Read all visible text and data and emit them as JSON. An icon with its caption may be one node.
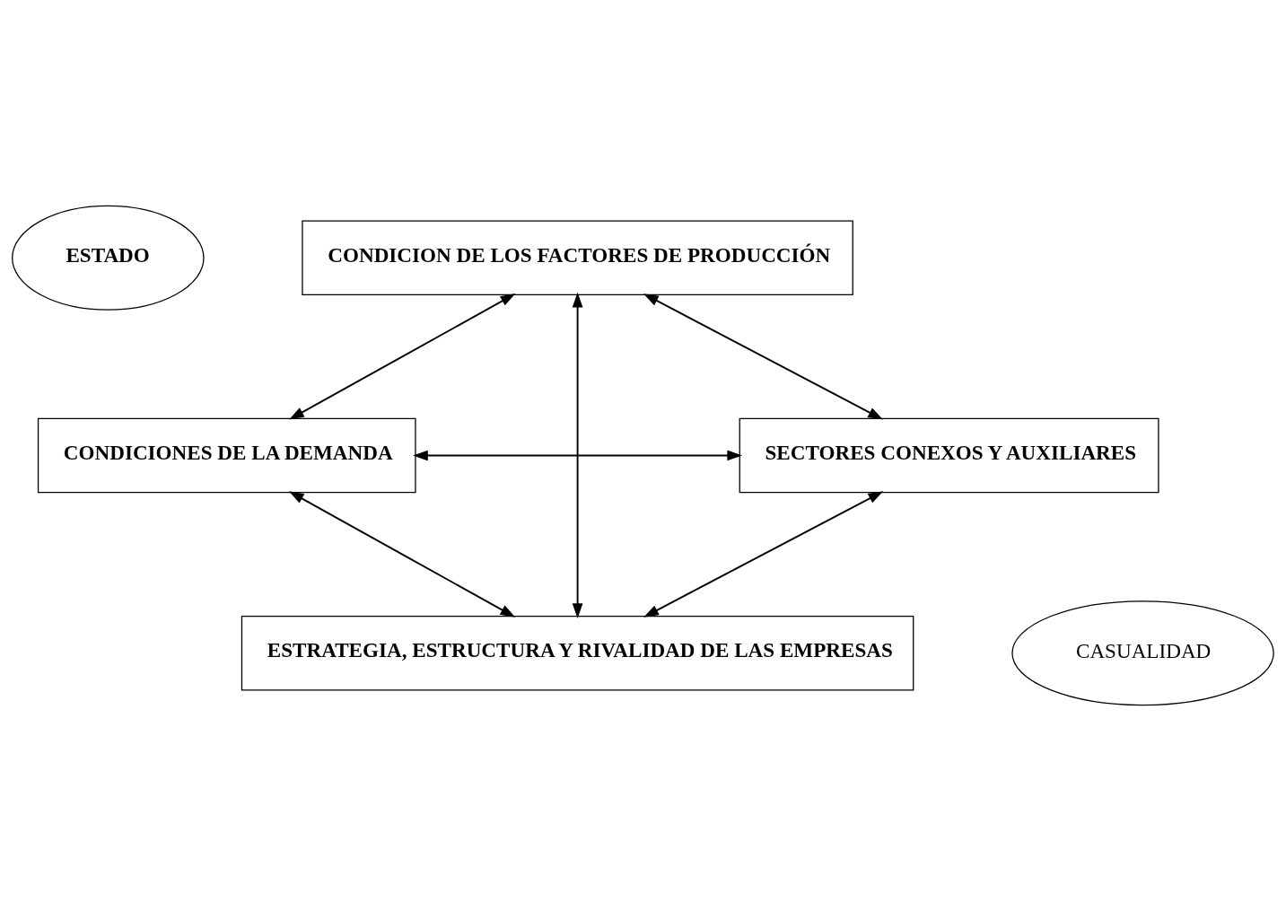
{
  "diagram": {
    "nodes": [
      {
        "text": [
          "ESTADO"
        ]
      },
      {
        "text": [
          "CONDICION DE LOS FACTORES DE PRODUCCIÓN"
        ]
      },
      {
        "text": [
          "CONDICIONES DE LA DEMANDA"
        ]
      },
      {
        "text": [
          "SECTORES CONEXOS Y AUXILIARES"
        ]
      },
      {
        "text": [
          "ESTRATEGIA, ESTRUCTURA Y RIVALIDAD DE LAS EMPRESAS"
        ]
      },
      {
        "text": [
          "CASUALIDAD"
        ]
      }
    ],
    "edges": [
      {
        "from": 1,
        "to": 2,
        "arrow": "both"
      },
      {
        "from": 1,
        "to": 3,
        "arrow": "both"
      },
      {
        "from": 1,
        "to": 4,
        "arrow": "both"
      },
      {
        "from": 2,
        "to": 3,
        "arrow": "both"
      },
      {
        "from": 2,
        "to": 4,
        "arrow": "both"
      },
      {
        "from": 3,
        "to": 4,
        "arrow": "both"
      }
    ]
  }
}
